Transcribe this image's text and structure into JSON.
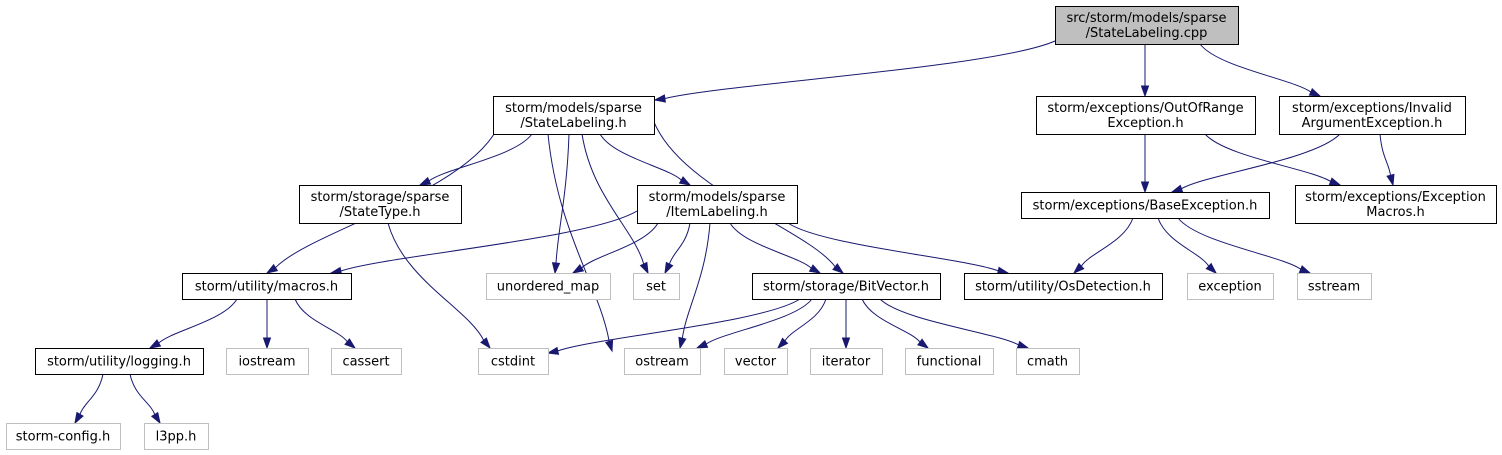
{
  "colors": {
    "edge": "#191970",
    "root_fill": "#bfbfbf",
    "root_border": "#000000",
    "node_border": "#000000",
    "external_border": "#bfbfbf",
    "text": "#000000"
  },
  "nodes": [
    {
      "id": "root",
      "kind": "root",
      "lines": [
        "src/storm/models/sparse",
        "/StateLabeling.cpp"
      ]
    },
    {
      "id": "statelabeling_h",
      "kind": "doc",
      "lines": [
        "storm/models/sparse",
        "/StateLabeling.h"
      ]
    },
    {
      "id": "outofrange",
      "kind": "doc",
      "lines": [
        "storm/exceptions/OutOfRange",
        "Exception.h"
      ]
    },
    {
      "id": "invalidarg",
      "kind": "doc",
      "lines": [
        "storm/exceptions/Invalid",
        "ArgumentException.h"
      ]
    },
    {
      "id": "statetype",
      "kind": "doc",
      "lines": [
        "storm/storage/sparse",
        "/StateType.h"
      ]
    },
    {
      "id": "itemlabeling",
      "kind": "doc",
      "lines": [
        "storm/models/sparse",
        "/ItemLabeling.h"
      ]
    },
    {
      "id": "baseexception",
      "kind": "doc",
      "lines": [
        "storm/exceptions/BaseException.h"
      ]
    },
    {
      "id": "exceptionmacros",
      "kind": "doc",
      "lines": [
        "storm/exceptions/Exception",
        "Macros.h"
      ]
    },
    {
      "id": "macros",
      "kind": "doc",
      "lines": [
        "storm/utility/macros.h"
      ]
    },
    {
      "id": "unordered_map",
      "kind": "ext",
      "lines": [
        "unordered_map"
      ]
    },
    {
      "id": "set",
      "kind": "ext",
      "lines": [
        "set"
      ]
    },
    {
      "id": "bitvector",
      "kind": "doc",
      "lines": [
        "storm/storage/BitVector.h"
      ]
    },
    {
      "id": "osdetection",
      "kind": "doc",
      "lines": [
        "storm/utility/OsDetection.h"
      ]
    },
    {
      "id": "exception",
      "kind": "ext",
      "lines": [
        "exception"
      ]
    },
    {
      "id": "sstream",
      "kind": "ext",
      "lines": [
        "sstream"
      ]
    },
    {
      "id": "logging",
      "kind": "doc",
      "lines": [
        "storm/utility/logging.h"
      ]
    },
    {
      "id": "iostream",
      "kind": "ext",
      "lines": [
        "iostream"
      ]
    },
    {
      "id": "cassert",
      "kind": "ext",
      "lines": [
        "cassert"
      ]
    },
    {
      "id": "cstdint",
      "kind": "ext",
      "lines": [
        "cstdint"
      ]
    },
    {
      "id": "ostream",
      "kind": "ext",
      "lines": [
        "ostream"
      ]
    },
    {
      "id": "vector",
      "kind": "ext",
      "lines": [
        "vector"
      ]
    },
    {
      "id": "iterator",
      "kind": "ext",
      "lines": [
        "iterator"
      ]
    },
    {
      "id": "functional",
      "kind": "ext",
      "lines": [
        "functional"
      ]
    },
    {
      "id": "cmath",
      "kind": "ext",
      "lines": [
        "cmath"
      ]
    },
    {
      "id": "storm_config",
      "kind": "ext",
      "lines": [
        "storm-config.h"
      ]
    },
    {
      "id": "l3pp",
      "kind": "ext",
      "lines": [
        "l3pp.h"
      ]
    }
  ],
  "edges": [
    [
      "root",
      "statelabeling_h"
    ],
    [
      "root",
      "outofrange"
    ],
    [
      "root",
      "invalidarg"
    ],
    [
      "statelabeling_h",
      "macros"
    ],
    [
      "statelabeling_h",
      "statetype"
    ],
    [
      "statelabeling_h",
      "ostream"
    ],
    [
      "statelabeling_h",
      "unordered_map"
    ],
    [
      "statelabeling_h",
      "set"
    ],
    [
      "statelabeling_h",
      "itemlabeling"
    ],
    [
      "statelabeling_h",
      "bitvector"
    ],
    [
      "outofrange",
      "baseexception"
    ],
    [
      "outofrange",
      "exceptionmacros"
    ],
    [
      "invalidarg",
      "baseexception"
    ],
    [
      "invalidarg",
      "exceptionmacros"
    ],
    [
      "statetype",
      "cstdint"
    ],
    [
      "itemlabeling",
      "macros"
    ],
    [
      "itemlabeling",
      "unordered_map"
    ],
    [
      "itemlabeling",
      "set"
    ],
    [
      "itemlabeling",
      "ostream"
    ],
    [
      "itemlabeling",
      "bitvector"
    ],
    [
      "itemlabeling",
      "osdetection"
    ],
    [
      "baseexception",
      "osdetection"
    ],
    [
      "baseexception",
      "exception"
    ],
    [
      "baseexception",
      "sstream"
    ],
    [
      "macros",
      "logging"
    ],
    [
      "macros",
      "iostream"
    ],
    [
      "macros",
      "cassert"
    ],
    [
      "bitvector",
      "cstdint"
    ],
    [
      "bitvector",
      "ostream"
    ],
    [
      "bitvector",
      "vector"
    ],
    [
      "bitvector",
      "iterator"
    ],
    [
      "bitvector",
      "functional"
    ],
    [
      "bitvector",
      "cmath"
    ],
    [
      "logging",
      "storm_config"
    ],
    [
      "logging",
      "l3pp"
    ]
  ]
}
